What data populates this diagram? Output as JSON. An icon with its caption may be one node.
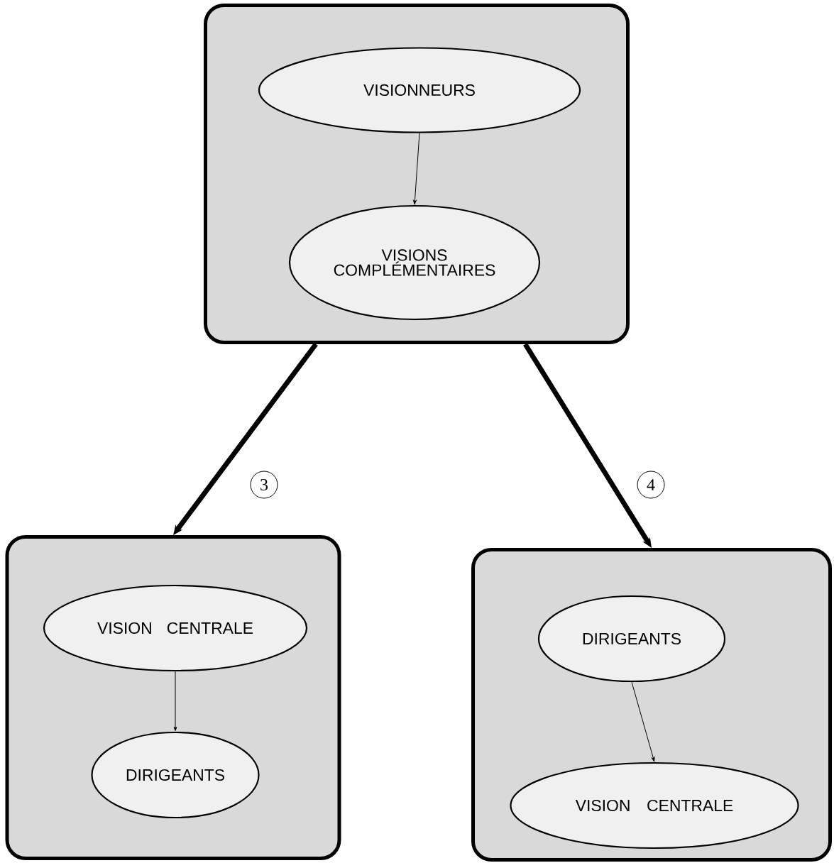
{
  "diagram": {
    "nodes": [
      {
        "text": [],
        "shape": "box"
      },
      {
        "text": [
          "VISIONNEURS"
        ],
        "in": 0
      },
      {
        "text": [
          "VISIONS COMPLÉMENTAIRES"
        ],
        "in": 0
      },
      {
        "text": [],
        "shape": "box"
      },
      {
        "text": [
          "VISION CENTRALE"
        ],
        "in": 3
      },
      {
        "text": [
          "DIRIGEANTS"
        ],
        "in": 3
      },
      {
        "text": [],
        "shape": "box"
      },
      {
        "text": [
          "DIRIGEANTS"
        ],
        "in": 6
      },
      {
        "text": [
          "VISION CENTRALE"
        ],
        "in": 6
      }
    ],
    "edges": [
      {
        "from": 1,
        "to": 2,
        "arrow": "to"
      },
      {
        "from": 0,
        "to": 3,
        "arrow": "to",
        "style": "thick",
        "label": "3"
      },
      {
        "from": 0,
        "to": 6,
        "arrow": "to",
        "style": "thick",
        "label": "4"
      },
      {
        "from": 4,
        "to": 5,
        "arrow": "to"
      },
      {
        "from": 7,
        "to": 8,
        "arrow": "to"
      }
    ]
  }
}
